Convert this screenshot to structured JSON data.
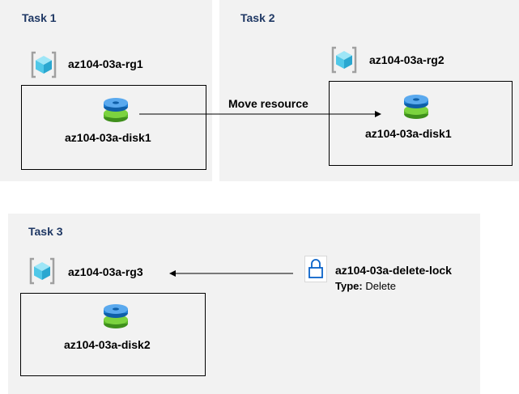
{
  "task1": {
    "title": "Task 1",
    "rg": "az104-03a-rg1",
    "disk": "az104-03a-disk1"
  },
  "task2": {
    "title": "Task 2",
    "rg": "az104-03a-rg2",
    "disk": "az104-03a-disk1"
  },
  "task3": {
    "title": "Task 3",
    "rg": "az104-03a-rg3",
    "disk": "az104-03a-disk2"
  },
  "move_label": "Move resource",
  "lock": {
    "name": "az104-03a-delete-lock",
    "type_label": "Type:",
    "type_value": "Delete"
  },
  "colors": {
    "panel": "#f2f2f2",
    "task_title": "#1f3864",
    "disk_blue": "#1f7fd6",
    "disk_green": "#5bb52a",
    "rg_cube": "#50c8e8",
    "lock_blue": "#0a63c9"
  },
  "icons": {
    "resource_group": "resource-group-icon",
    "disk": "managed-disk-icon",
    "lock": "lock-icon"
  }
}
